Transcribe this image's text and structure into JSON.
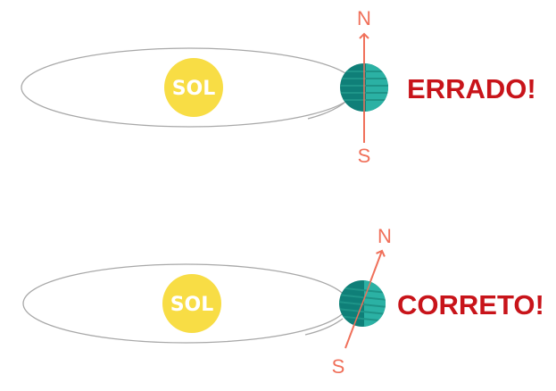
{
  "colors": {
    "sun": "#f8dd45",
    "earth_dark": "#0f7f78",
    "earth_light": "#2bb1a4",
    "earth_lines": "#1e9488",
    "axis": "#f0705a",
    "orbit": "#a8a8a8",
    "verdict": "#c8141a"
  },
  "panels": [
    {
      "sun_label": "SOL",
      "north_label": "N",
      "south_label": "S",
      "verdict": "ERRADO!"
    },
    {
      "sun_label": "SOL",
      "north_label": "N",
      "south_label": "S",
      "verdict": "CORRETO!"
    }
  ]
}
